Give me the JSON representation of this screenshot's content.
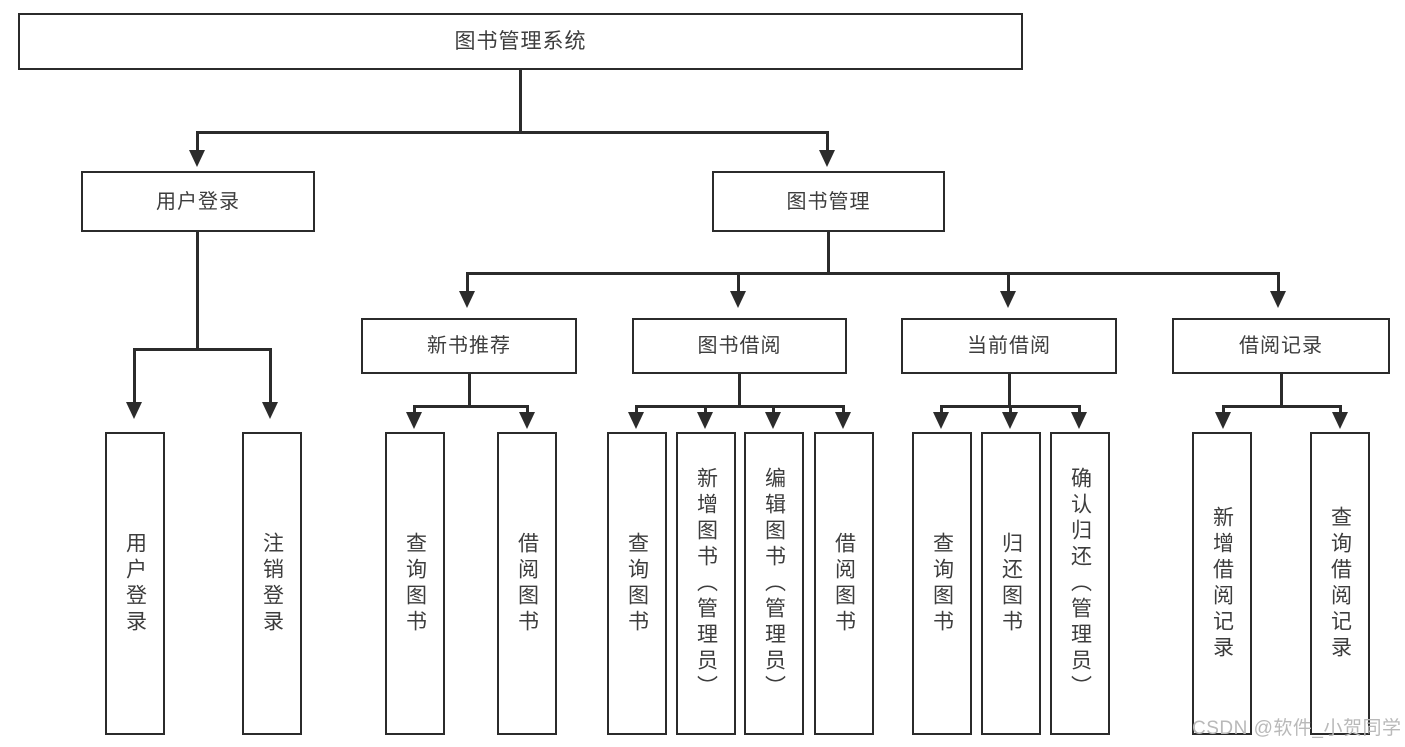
{
  "diagram": {
    "title": "图书管理系统",
    "type": "tree-hierarchy",
    "watermark": "CSDN @软件_小贺同学",
    "root": {
      "id": "root",
      "label": "图书管理系统"
    },
    "level2": [
      {
        "id": "user-login",
        "label": "用户登录"
      },
      {
        "id": "book-management",
        "label": "图书管理"
      }
    ],
    "level3": [
      {
        "id": "new-book-recommend",
        "label": "新书推荐"
      },
      {
        "id": "book-borrow",
        "label": "图书借阅"
      },
      {
        "id": "current-borrow",
        "label": "当前借阅"
      },
      {
        "id": "borrow-record",
        "label": "借阅记录"
      }
    ],
    "leaves": {
      "user_login": [
        {
          "id": "leaf-user-login",
          "label": "用户登录"
        },
        {
          "id": "leaf-logout-login",
          "label": "注销登录"
        }
      ],
      "new_book_recommend": [
        {
          "id": "leaf-query-book-1",
          "label": "查询图书"
        },
        {
          "id": "leaf-borrow-book-1",
          "label": "借阅图书"
        }
      ],
      "book_borrow": [
        {
          "id": "leaf-query-book-2",
          "label": "查询图书"
        },
        {
          "id": "leaf-add-book",
          "label": "新增图书（管理员）"
        },
        {
          "id": "leaf-edit-book",
          "label": "编辑图书（管理员）"
        },
        {
          "id": "leaf-borrow-book-2",
          "label": "借阅图书"
        }
      ],
      "current_borrow": [
        {
          "id": "leaf-query-book-3",
          "label": "查询图书"
        },
        {
          "id": "leaf-return-book",
          "label": "归还图书"
        },
        {
          "id": "leaf-confirm-return",
          "label": "确认归还（管理员）"
        }
      ],
      "borrow_record": [
        {
          "id": "leaf-add-borrow-record",
          "label": "新增借阅记录"
        },
        {
          "id": "leaf-query-borrow-record",
          "label": "查询借阅记录"
        }
      ]
    },
    "colors": {
      "stroke": "#2b2b2b",
      "text": "#3d3d3d",
      "background": "#ffffff",
      "watermark": "#b9b9b9"
    }
  }
}
